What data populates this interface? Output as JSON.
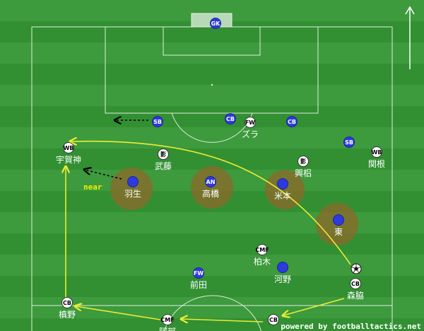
{
  "colors": {
    "grass_light": "#3f9f3f",
    "grass_dark": "#2e8a2e",
    "line": "#e6f2e6",
    "away_fill": "#2d3ae0",
    "home_fill": "#ffffff",
    "space_fill": "#8a6a2a",
    "arrow_yellow": "#ecec32",
    "arrow_black": "#000000",
    "near_text": "#f0f000"
  },
  "players_away": [
    {
      "id": "gk",
      "badge": "GK",
      "label": ""
    },
    {
      "id": "sb-left",
      "badge": "SB",
      "label": ""
    },
    {
      "id": "cb-left",
      "badge": "CB",
      "label": ""
    },
    {
      "id": "cb-right",
      "badge": "CB",
      "label": ""
    },
    {
      "id": "sb-right",
      "badge": "SB",
      "label": ""
    }
  ],
  "players_home": [
    {
      "id": "fw-zura",
      "badge": "FW",
      "label": "ズラ",
      "style": "white"
    },
    {
      "id": "wb-ugajin",
      "badge": "WB",
      "label": "宇賀神",
      "style": "white"
    },
    {
      "id": "kage-muto",
      "badge": "影",
      "label": "武藤",
      "style": "white"
    },
    {
      "id": "kage-koroki",
      "badge": "影",
      "label": "興梠",
      "style": "white"
    },
    {
      "id": "wb-sekine",
      "badge": "WB",
      "label": "関根",
      "style": "white"
    },
    {
      "id": "hanyu",
      "badge": "",
      "label": "羽生",
      "style": "blue"
    },
    {
      "id": "an-takahashi",
      "badge": "AN",
      "label": "高橋",
      "style": "blue"
    },
    {
      "id": "yonemoto",
      "badge": "",
      "label": "米本",
      "style": "blue"
    },
    {
      "id": "higashi",
      "badge": "",
      "label": "東",
      "style": "blue"
    },
    {
      "id": "cmf-kashiwagi",
      "badge": "CMF",
      "label": "柏木",
      "style": "white"
    },
    {
      "id": "kawano",
      "badge": "",
      "label": "河野",
      "style": "blue"
    },
    {
      "id": "fw-maeda",
      "badge": "FW",
      "label": "前田",
      "style": "blue"
    },
    {
      "id": "cb-moriwaki",
      "badge": "CB",
      "label": "森脇",
      "style": "white"
    },
    {
      "id": "cb-yokono",
      "badge": "CB",
      "label": "槙野",
      "style": "white"
    },
    {
      "id": "cmf-abe",
      "badge": "CMF",
      "label": "阿部",
      "style": "white"
    },
    {
      "id": "cb-bottom",
      "badge": "CB",
      "label": "",
      "style": "white"
    }
  ],
  "annotations": {
    "near": "near",
    "credit": "powered by footballtactics.net"
  },
  "icons": {
    "ball": "soccer-ball-icon",
    "direction": "up-arrow-icon"
  }
}
